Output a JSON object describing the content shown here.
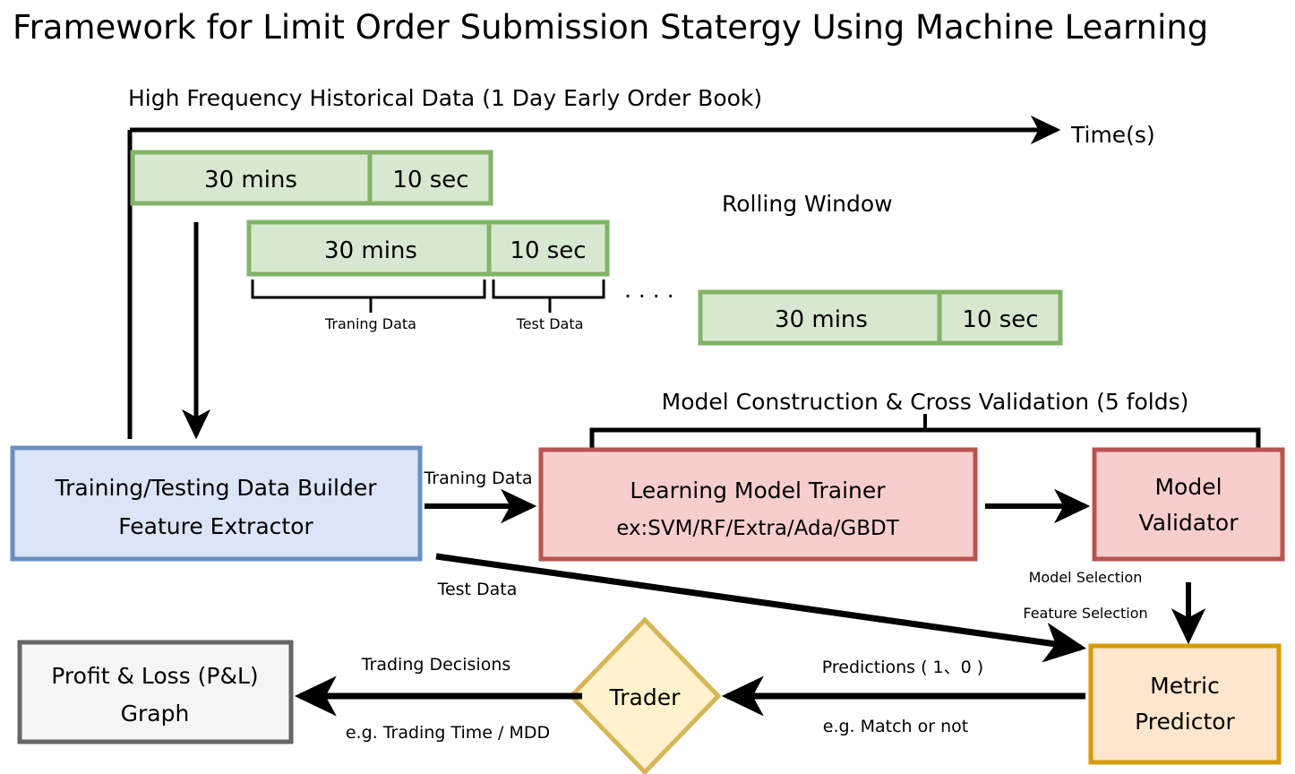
{
  "title": "Framework for Limit Order Submission Statergy Using Machine Learning",
  "timeline": {
    "data_source_label": "High Frequency Historical Data (1 Day Early Order Book)",
    "axis_label": "Time(s)",
    "rolling_window_label": "Rolling Window",
    "ellipsis": ". . . .",
    "windows": [
      {
        "train_cell": "30 mins",
        "test_cell": "10 sec"
      },
      {
        "train_cell": "30 mins",
        "test_cell": "10 sec"
      },
      {
        "train_cell": "30 mins",
        "test_cell": "10 sec"
      }
    ],
    "brackets": [
      {
        "label": "Traning Data"
      },
      {
        "label": "Test Data"
      }
    ]
  },
  "nodes": {
    "data_builder": {
      "line1": "Training/Testing Data Builder",
      "line2": "Feature Extractor"
    },
    "model_trainer": {
      "line1": "Learning Model Trainer",
      "line2": "ex:SVM/RF/Extra/Ada/GBDT"
    },
    "model_validator": {
      "line1": "Model",
      "line2": "Validator"
    },
    "metric_predictor": {
      "line1": "Metric",
      "line2": "Predictor"
    },
    "trader": {
      "line1": "Trader"
    },
    "pnl_graph": {
      "line1": "Profit & Loss (P&L)",
      "line2": "Graph"
    }
  },
  "edges": {
    "cv_bracket_label": "Model Construction & Cross Validation (5 folds)",
    "builder_to_trainer": "Traning Data",
    "builder_to_predictor": "Test Data",
    "validator_to_predictor_line1": "Model Selection",
    "validator_to_predictor_line2": "Feature Selection",
    "predictor_to_trader_top": "Predictions ( 1、0 )",
    "predictor_to_trader_bottom": "e.g. Match or not",
    "trader_to_pnl_top": "Trading Decisions",
    "trader_to_pnl_bottom": "e.g. Trading Time / MDD"
  },
  "colors": {
    "green_fill": "#D7E8D0",
    "green_stroke": "#82B366",
    "blue_fill": "#DAE5F7",
    "blue_stroke": "#6B8FC2",
    "red_fill": "#F8CECC",
    "red_stroke": "#B85450",
    "orange_fill": "#FFE6CC",
    "orange_stroke": "#D79B00",
    "yellow_fill": "#FFF2CC",
    "yellow_stroke": "#D6B656",
    "gray_fill": "#F5F5F5",
    "gray_stroke": "#666666",
    "line": "#000000"
  }
}
